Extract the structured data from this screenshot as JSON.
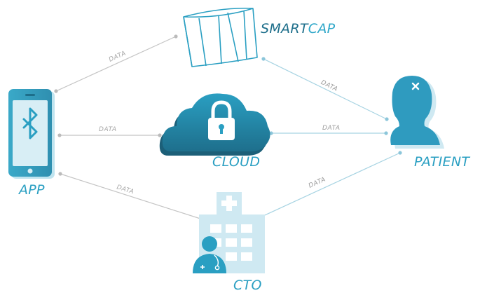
{
  "nodes": {
    "smartcap": {
      "label_part1": "SMART",
      "label_part2": "CAP"
    },
    "app": {
      "label": "APP"
    },
    "cloud": {
      "label": "CLOUD"
    },
    "patient": {
      "label": "PATIENT"
    },
    "cto": {
      "label": "CTO"
    }
  },
  "edges": {
    "app_smartcap": {
      "label": "DATA"
    },
    "smartcap_patient": {
      "label": "DATA"
    },
    "app_cloud": {
      "label": "DATA"
    },
    "patient_cloud": {
      "label": "DATA"
    },
    "app_cto": {
      "label": "DATA"
    },
    "cto_patient": {
      "label": "DATA"
    }
  },
  "colors": {
    "accent": "#2a9fc2",
    "accent_dark": "#1d6e8a",
    "edge_gray": "#b8b8b8",
    "edge_blue": "#9fd0e0",
    "light_blue": "#cfe9f2"
  }
}
